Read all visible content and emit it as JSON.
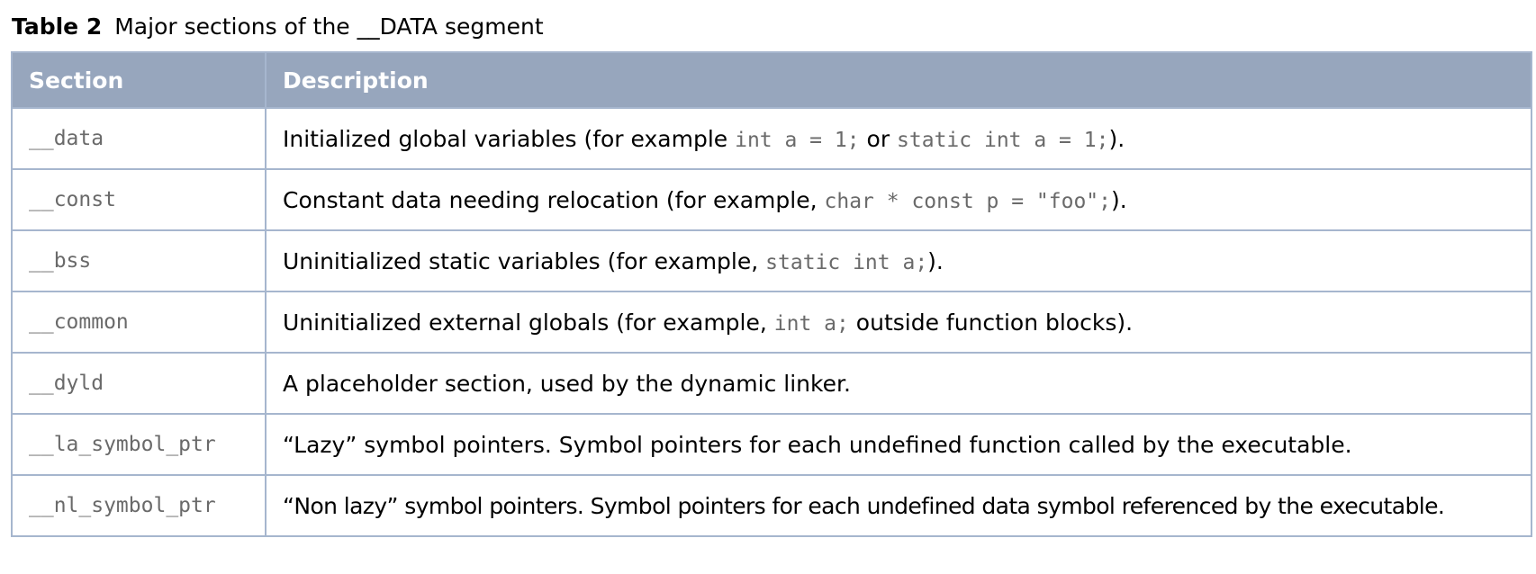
{
  "caption": {
    "number": "Table 2",
    "title": "Major sections of the __DATA segment"
  },
  "table": {
    "headers": [
      "Section",
      "Description"
    ],
    "rows": [
      {
        "section": "__data",
        "desc": {
          "t1": "Initialized global variables (for example ",
          "c1": "int a = 1;",
          "t2": " or ",
          "c2": "static int a = 1;",
          "t3": ")."
        }
      },
      {
        "section": "__const",
        "desc": {
          "t1": "Constant data needing relocation (for example, ",
          "c1": "char * const p = \"foo\";",
          "t2": ")."
        }
      },
      {
        "section": "__bss",
        "desc": {
          "t1": "Uninitialized static variables (for example, ",
          "c1": "static int a;",
          "t2": ")."
        }
      },
      {
        "section": "__common",
        "desc": {
          "t1": "Uninitialized external globals (for example, ",
          "c1": "int a;",
          "t2": " outside function blocks)."
        }
      },
      {
        "section": "__dyld",
        "desc": {
          "t1": "A placeholder section, used by the dynamic linker."
        }
      },
      {
        "section": "__la_symbol_ptr",
        "desc": {
          "t1": "“Lazy” symbol pointers. Symbol pointers for each undefined function called by the executable."
        }
      },
      {
        "section": "__nl_symbol_ptr",
        "desc": {
          "t1": "“Non lazy” symbol pointers. Symbol pointers for each undefined data symbol referenced by the executable."
        }
      }
    ]
  }
}
